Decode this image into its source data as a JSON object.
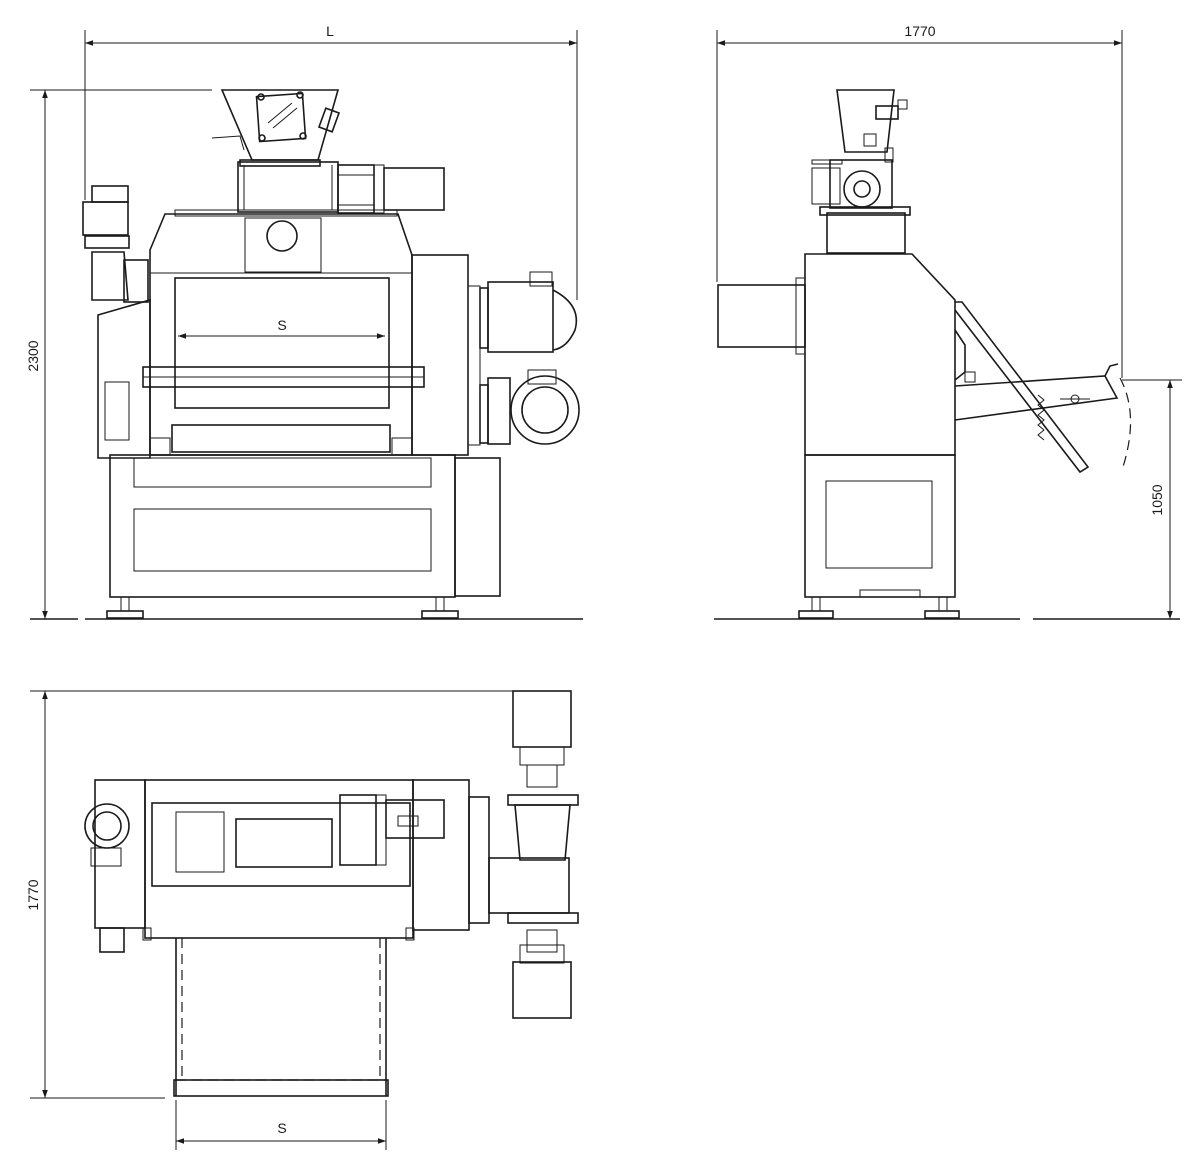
{
  "views": {
    "front": {
      "overall_length_label": "L",
      "height_label": "2300",
      "roller_width_label": "S"
    },
    "side": {
      "depth_label": "1770",
      "conveyor_height_label": "1050"
    },
    "top": {
      "depth_label": "1770",
      "conveyor_width_label": "S"
    }
  }
}
